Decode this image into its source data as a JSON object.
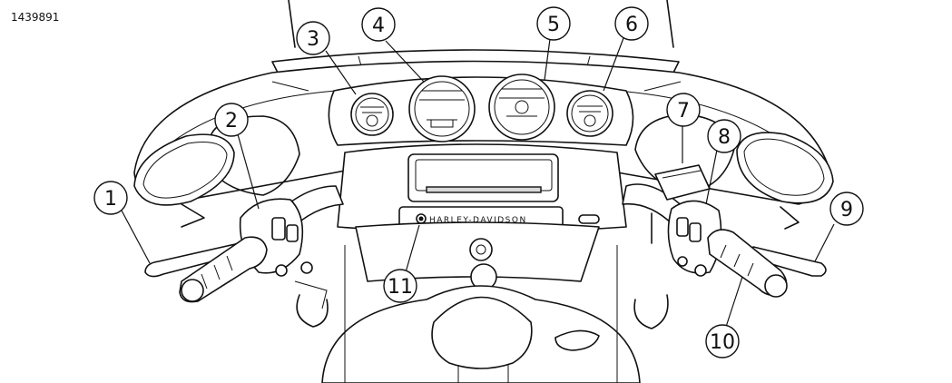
{
  "figure": {
    "id": "1439891",
    "brand_text": "HARLEY-DAVIDSON"
  },
  "callouts": [
    {
      "number": "1"
    },
    {
      "number": "2"
    },
    {
      "number": "3"
    },
    {
      "number": "4"
    },
    {
      "number": "5"
    },
    {
      "number": "6"
    },
    {
      "number": "7"
    },
    {
      "number": "8"
    },
    {
      "number": "9"
    },
    {
      "number": "10"
    },
    {
      "number": "11"
    }
  ]
}
